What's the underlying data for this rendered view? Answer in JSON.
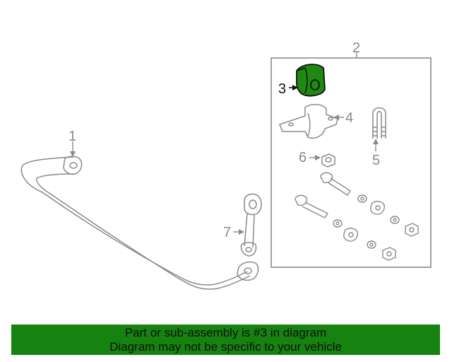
{
  "callouts": {
    "c1": "1",
    "c2": "2",
    "c3": "3",
    "c4": "4",
    "c5": "5",
    "c6": "6",
    "c7": "7"
  },
  "highlight_color": "#1f8a12",
  "footer": {
    "line1": "Part or sub-assembly is #3 in diagram",
    "line2": "Diagram may not be specific to your vehicle",
    "background": "#16820f"
  }
}
